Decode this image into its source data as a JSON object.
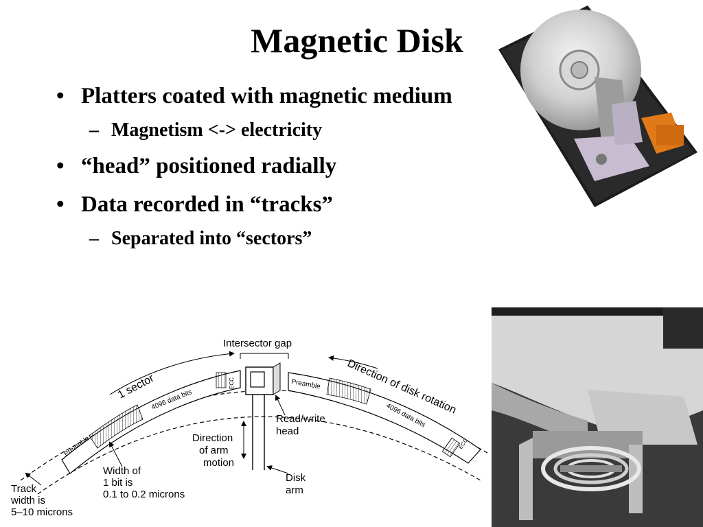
{
  "slide": {
    "title": "Magnetic Disk",
    "bullets": [
      {
        "text": "Platters coated with magnetic medium"
      },
      {
        "sub": "Magnetism <-> electricity"
      },
      {
        "text": "“head” positioned radially"
      },
      {
        "text": "Data recorded in “tracks”"
      },
      {
        "sub": "Separated into “sectors”"
      }
    ]
  },
  "diagram": {
    "labels": {
      "intersector_gap": "Intersector gap",
      "one_sector": "1 sector",
      "direction_rotation": "Direction of disk rotation",
      "data_bits_left": "4096 data bits",
      "data_bits_right": "4096 data bits",
      "preamble_left": "Preamble",
      "preamble_right": "Preamble",
      "ecc_left": "ECC",
      "ecc_right": "ECC",
      "read_write_1": "Read/write",
      "read_write_2": "head",
      "arm_motion_1": "Direction",
      "arm_motion_2": "of arm",
      "arm_motion_3": "motion",
      "disk_arm_1": "Disk",
      "disk_arm_2": "arm",
      "bit_width_1": "Width of",
      "bit_width_2": "1 bit is",
      "bit_width_3": "0.1 to 0.2 microns",
      "track_width_1": "Track",
      "track_width_2": "width is",
      "track_width_3": "5–10 microns"
    }
  },
  "colors": {
    "text": "#000000",
    "background": "#ffffff"
  }
}
